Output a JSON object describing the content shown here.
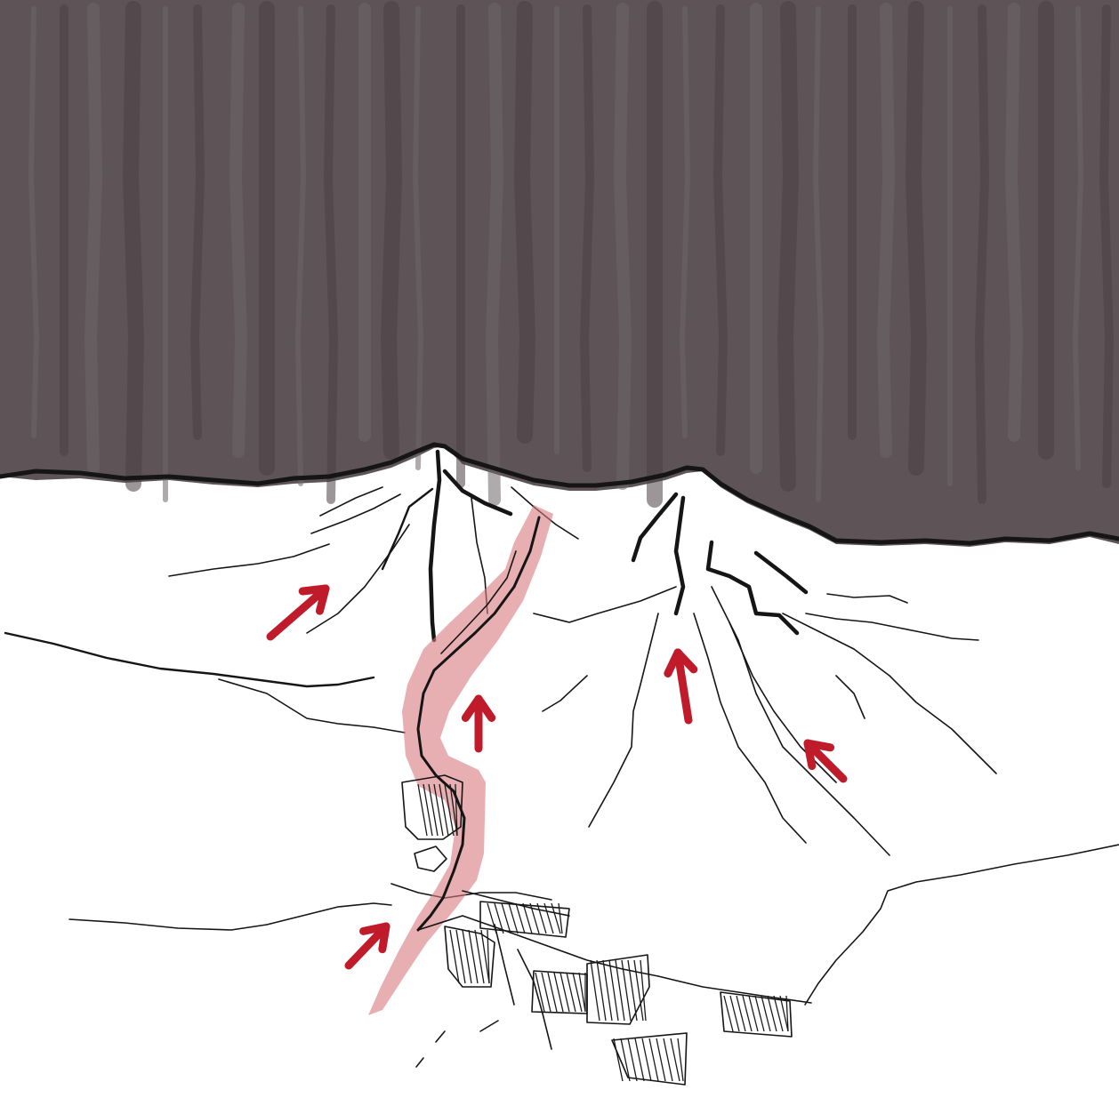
{
  "sketch": {
    "colors": {
      "sky_wash": "#5e5457",
      "sky_stroke_dark": "#4a4043",
      "sky_stroke_light": "#6e6568",
      "ink": "#151515",
      "paper": "#ffffff",
      "highlight": "#d9797f",
      "arrow": "#c01b2a"
    },
    "elements": {
      "sky": "ink-wash-sky",
      "ridge": "mountain-ridge-outline",
      "valleys": "drainage-line-network",
      "route": "highlighted-valley-route",
      "village": "hatched-buildings",
      "arrows": "red-direction-arrows"
    },
    "arrow_count": 5
  }
}
